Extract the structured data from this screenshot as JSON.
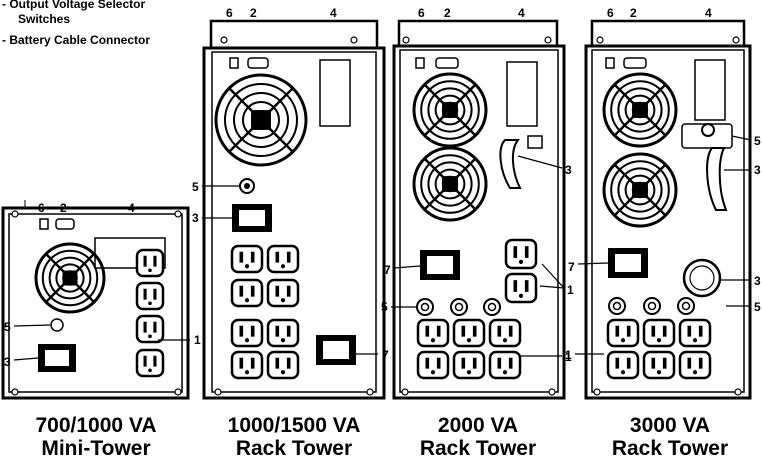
{
  "legend": [
    "- Output Voltage Selector",
    "Switches",
    "- Battery Cable Connector"
  ],
  "units": [
    {
      "caption_line1": "700/1000 VA",
      "caption_line2": "Mini-Tower",
      "callouts": [
        "6",
        "2",
        "4",
        "5",
        "3",
        "1"
      ]
    },
    {
      "caption_line1": "1000/1500 VA",
      "caption_line2": "Rack Tower",
      "callouts": [
        "6",
        "2",
        "4",
        "5",
        "3",
        "7"
      ]
    },
    {
      "caption_line1": "2000 VA",
      "caption_line2": "Rack Tower",
      "callouts": [
        "6",
        "2",
        "4",
        "3",
        "7",
        "1",
        "5",
        "1"
      ]
    },
    {
      "caption_line1": "3000 VA",
      "caption_line2": "Rack Tower",
      "callouts": [
        "6",
        "2",
        "4",
        "5",
        "3",
        "7",
        "3",
        "5",
        "1"
      ]
    }
  ]
}
